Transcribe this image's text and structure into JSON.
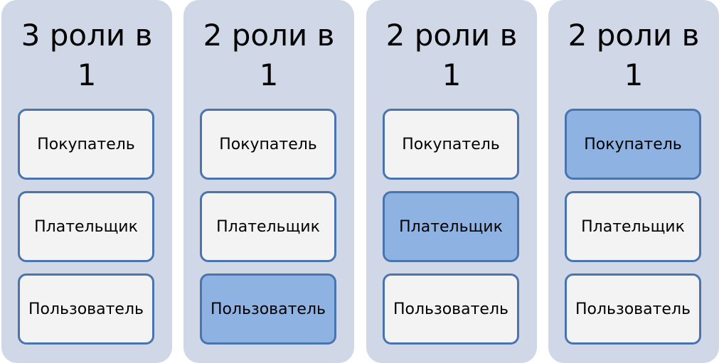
{
  "columns": [
    {
      "title": "3 роли в\n1",
      "roles": [
        "Покупатель",
        "Плательщик",
        "Пользователь"
      ],
      "highlighted": []
    },
    {
      "title": "2 роли в\n1",
      "roles": [
        "Покупатель",
        "Плательщик",
        "Пользователь"
      ],
      "highlighted": [
        "Пользователь"
      ]
    },
    {
      "title": "2 роли в\n1",
      "roles": [
        "Покупатель",
        "Плательщик",
        "Пользователь"
      ],
      "highlighted": [
        "Плательщик"
      ]
    },
    {
      "title": "2 роли в\n1",
      "roles": [
        "Покупатель",
        "Плательщик",
        "Пользователь"
      ],
      "highlighted": [
        "Покупатель"
      ]
    }
  ],
  "colors": {
    "column_background": "#d0d8e8",
    "box_border": "#4a74ae",
    "box_default": "#f3f3f3",
    "box_highlighted": "#8eb3e3"
  }
}
